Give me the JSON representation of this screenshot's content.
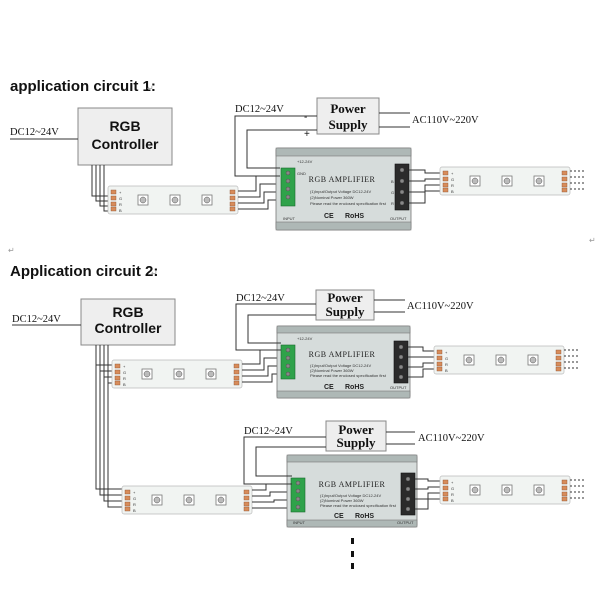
{
  "circuit1": {
    "title": "application circuit 1:",
    "controller_line1": "RGB",
    "controller_line2": "Controller",
    "controller_input": "DC12~24V",
    "amp_input": "DC12~24V",
    "power_line1": "Power",
    "power_line2": "Supply",
    "ac_input": "AC110V~220V"
  },
  "circuit2": {
    "title": "Application circuit 2:",
    "controller_line1": "RGB",
    "controller_line2": "Controller",
    "controller_input": "DC12~24V",
    "amp_input_a": "DC12~24V",
    "power_a_line1": "Power",
    "power_a_line2": "Supply",
    "ac_input_a": "AC110V~220V",
    "amp_input_b": "DC12~24V",
    "power_b_line1": "Power",
    "power_b_line2": "Supply",
    "ac_input_b": "AC110V~220V"
  },
  "amplifier": {
    "name": "RGB AMPLIFIER",
    "spec1": "(1)Input/Output Voltage DC12-24V",
    "spec2": "(2)Nominal Power 360W",
    "spec3": "Please read the enclosed specification first",
    "rohs": "RoHS",
    "ce": "CE",
    "input_label": "INPUT",
    "output_label": "OUTPUT",
    "gnd": "GND",
    "vcc": "+12-24V",
    "b": "B",
    "g": "G",
    "r": "R"
  },
  "symbols": {
    "minus": "-",
    "plus": "+",
    "para_mark": "↵"
  }
}
